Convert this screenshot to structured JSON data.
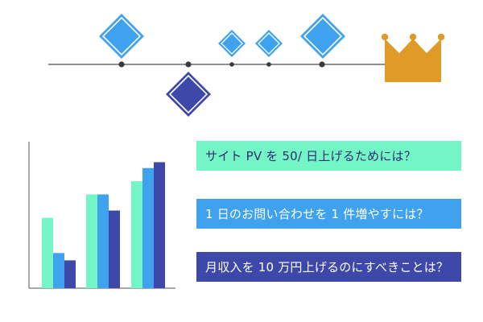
{
  "colors": {
    "timeline_line": "#6b6b6b",
    "timeline_dot": "#3b3b3b",
    "diamond_light": "#3ea2ee",
    "diamond_dark": "#3d48a8",
    "crown": "#e09a28",
    "chart_axis": "#555555",
    "bar_mint": "#73f5c6",
    "bar_blue": "#3ea2ee",
    "bar_navy": "#3d48a8"
  },
  "icons": {
    "goal": "crown-icon",
    "milestone": "diamond-icon"
  },
  "chart_data": {
    "type": "bar",
    "categories": [
      "",
      "",
      ""
    ],
    "series": [
      {
        "values": [
          0.48
        ],
        "color": "#73f5c6"
      },
      {
        "values": [
          0.24
        ],
        "color": "#3ea2ee"
      },
      {
        "values": [
          0.19
        ],
        "color": "#3d48a8"
      }
    ],
    "groups": [
      [
        0.48,
        0.24,
        0.19
      ],
      [
        0.64,
        0.64,
        0.53
      ],
      [
        0.73,
        0.82,
        0.86
      ]
    ],
    "ylim": [
      0,
      1
    ],
    "grid": false,
    "legend": "none"
  },
  "questions": [
    {
      "text": "サイト PV を 50/ 日上げるためには？",
      "color": "#73f5c6"
    },
    {
      "text": "1 日のお問い合わせを 1 件増やすには？",
      "color": "#3ea2ee"
    },
    {
      "text": "月収入を 10 万円上げるのにすべきことは？",
      "color": "#3d48a8"
    }
  ]
}
